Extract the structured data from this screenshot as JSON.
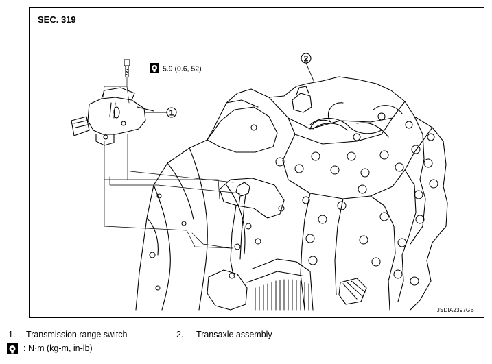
{
  "section_label": "SEC. 319",
  "callouts": [
    {
      "number": "1"
    },
    {
      "number": "2"
    }
  ],
  "torque_spec": "5.9 (0.6, 52)",
  "document_code": "JSDIA2397GB",
  "legend": [
    {
      "number": "1.",
      "text": "Transmission range switch"
    },
    {
      "number": "2.",
      "text": "Transaxle assembly"
    }
  ],
  "torque_key": {
    "icon": "torque-wrench-icon",
    "text": ": N·m (kg-m, in-lb)"
  }
}
